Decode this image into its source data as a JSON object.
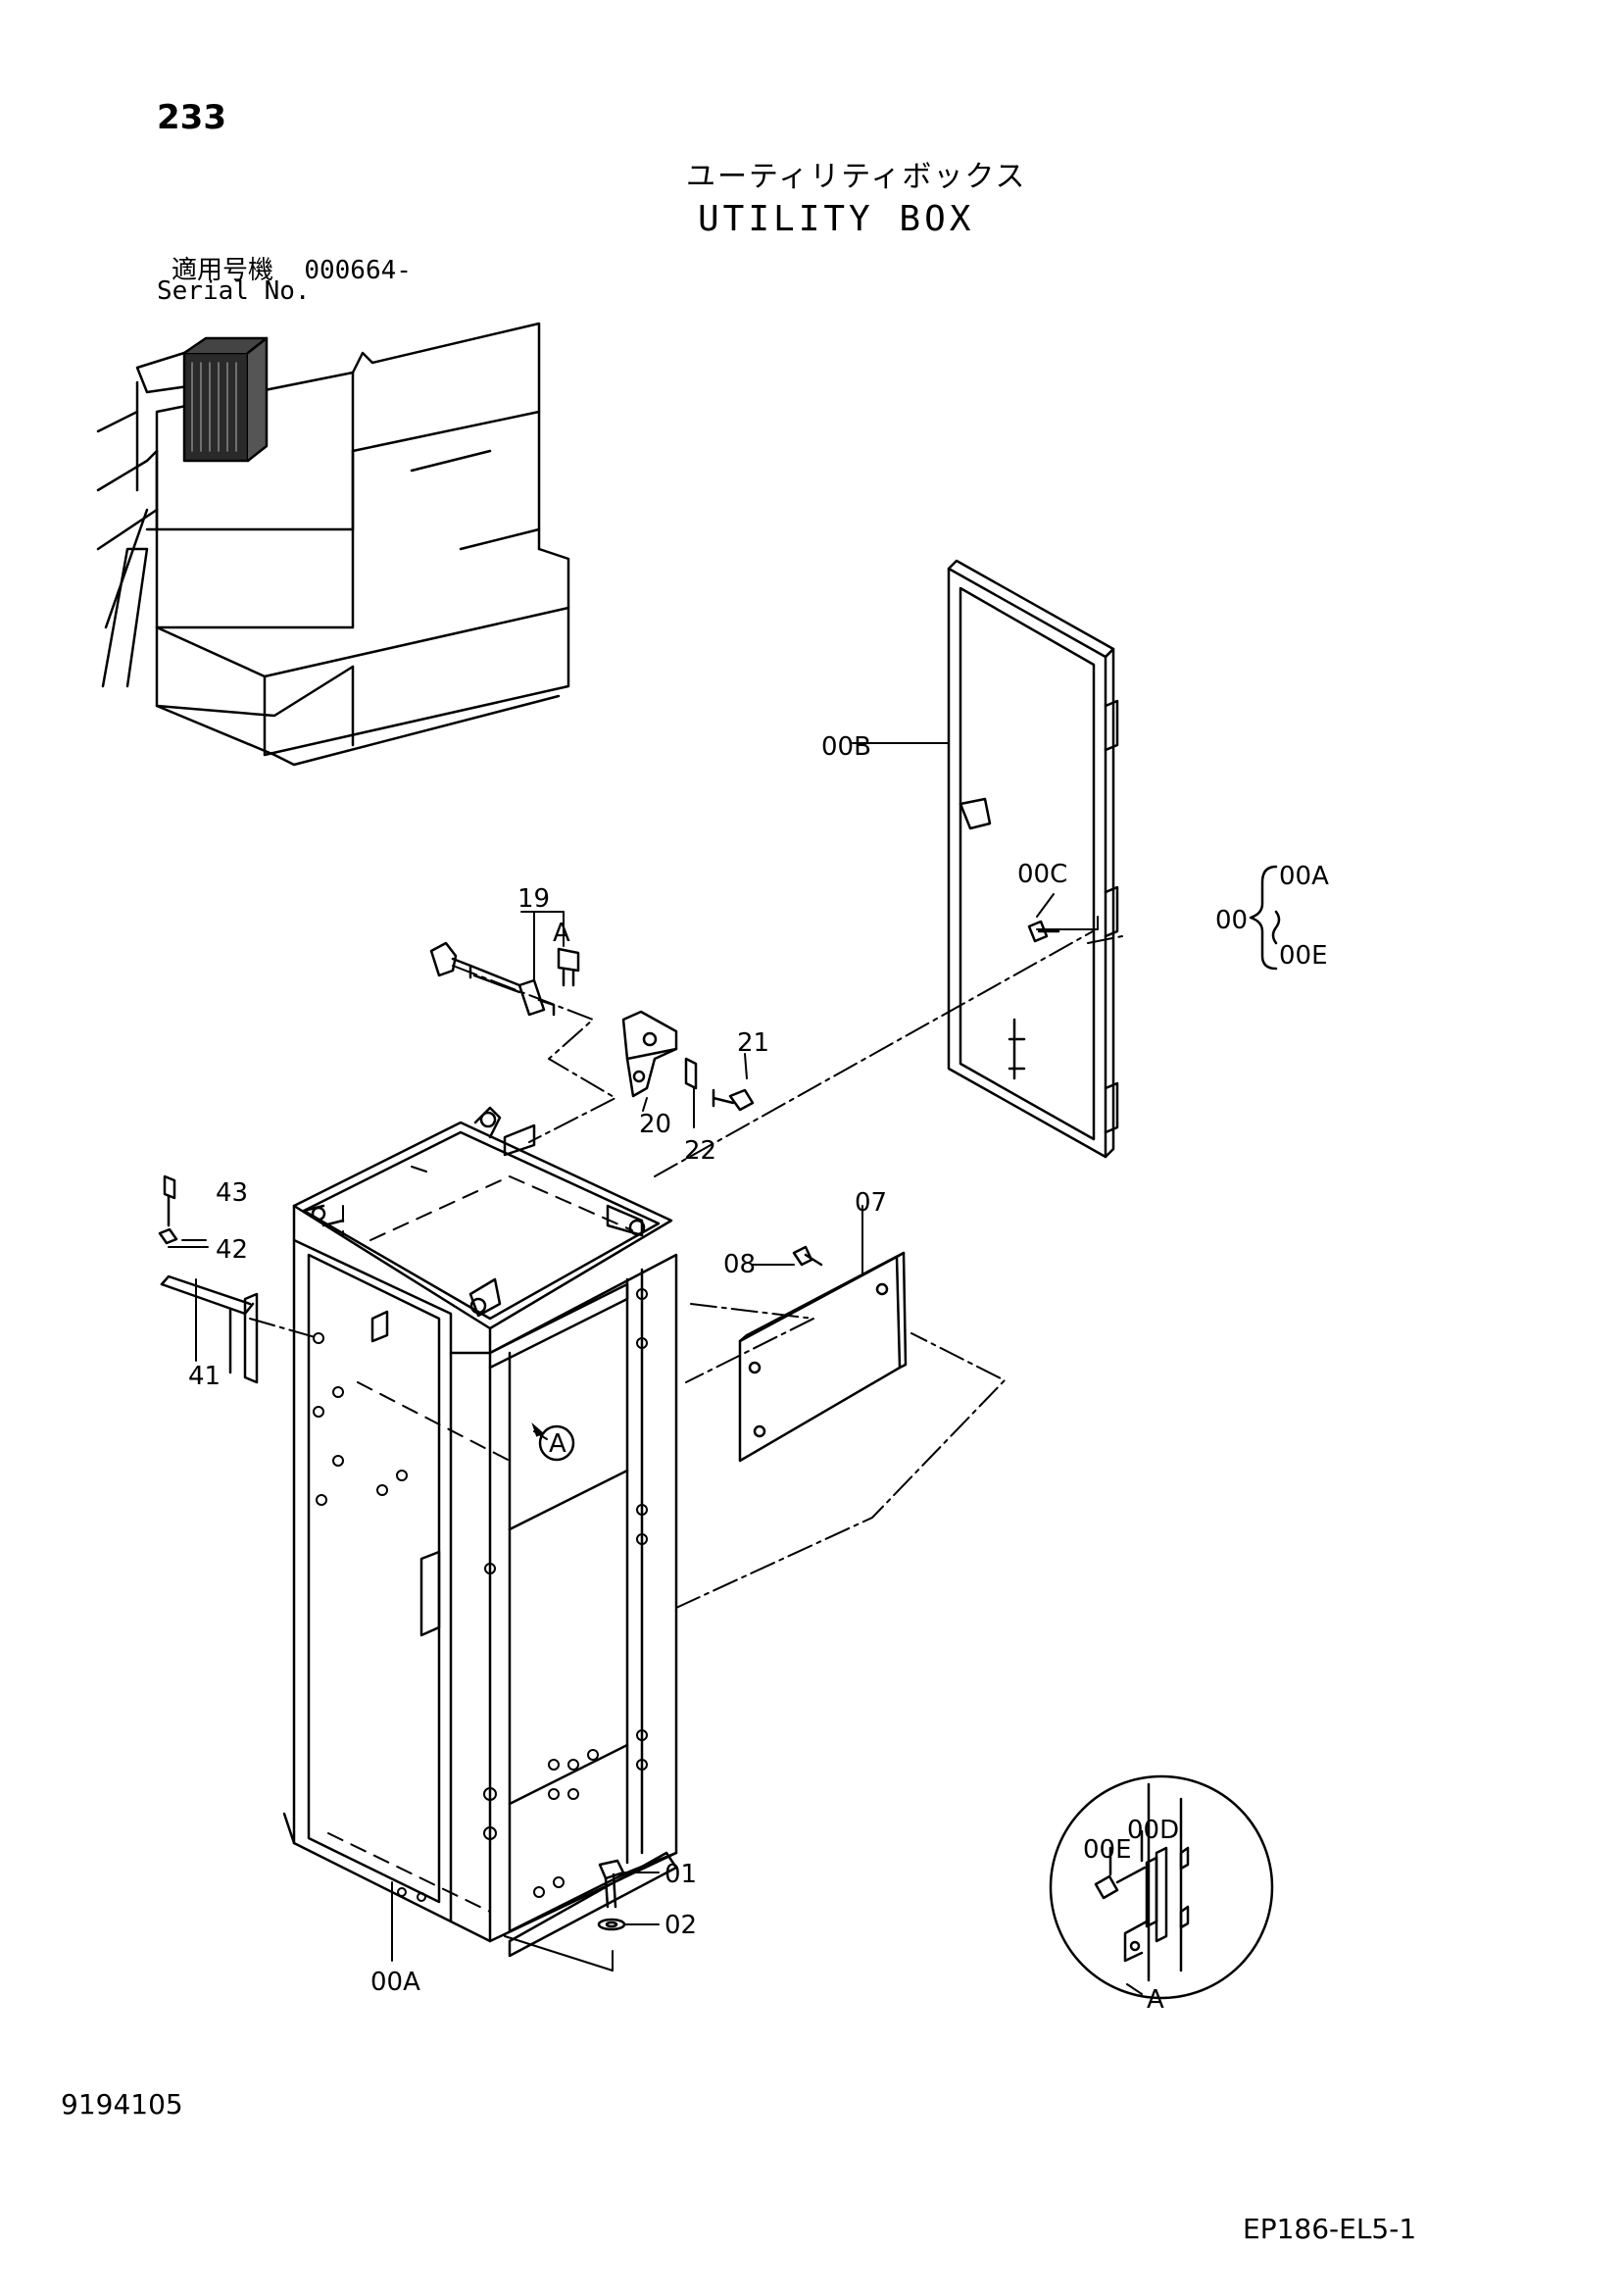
{
  "header": {
    "page_number": "233",
    "title_jp": "ユーティリティボックス",
    "title_en": "UTILITY BOX",
    "serial_label_jp": "適用号機",
    "serial_value": "000664-",
    "serial_label_en": "Serial No."
  },
  "callouts": {
    "p00B": "00B",
    "p00C": "00C",
    "p00": "00",
    "p00A_range": "00A",
    "p00E_range": "00E",
    "p19": "19",
    "pA_top": "A",
    "p21": "21",
    "p20": "20",
    "p22": "22",
    "p43": "43",
    "p42": "42",
    "p41": "41",
    "p07": "07",
    "p08": "08",
    "pA_circle": "A",
    "p01": "01",
    "p02": "02",
    "p00A": "00A",
    "detail_00E": "00E",
    "detail_00D": "00D",
    "detail_A": "A"
  },
  "footer": {
    "document_number": "9194105",
    "drawing_code": "EP186-EL5-1"
  }
}
